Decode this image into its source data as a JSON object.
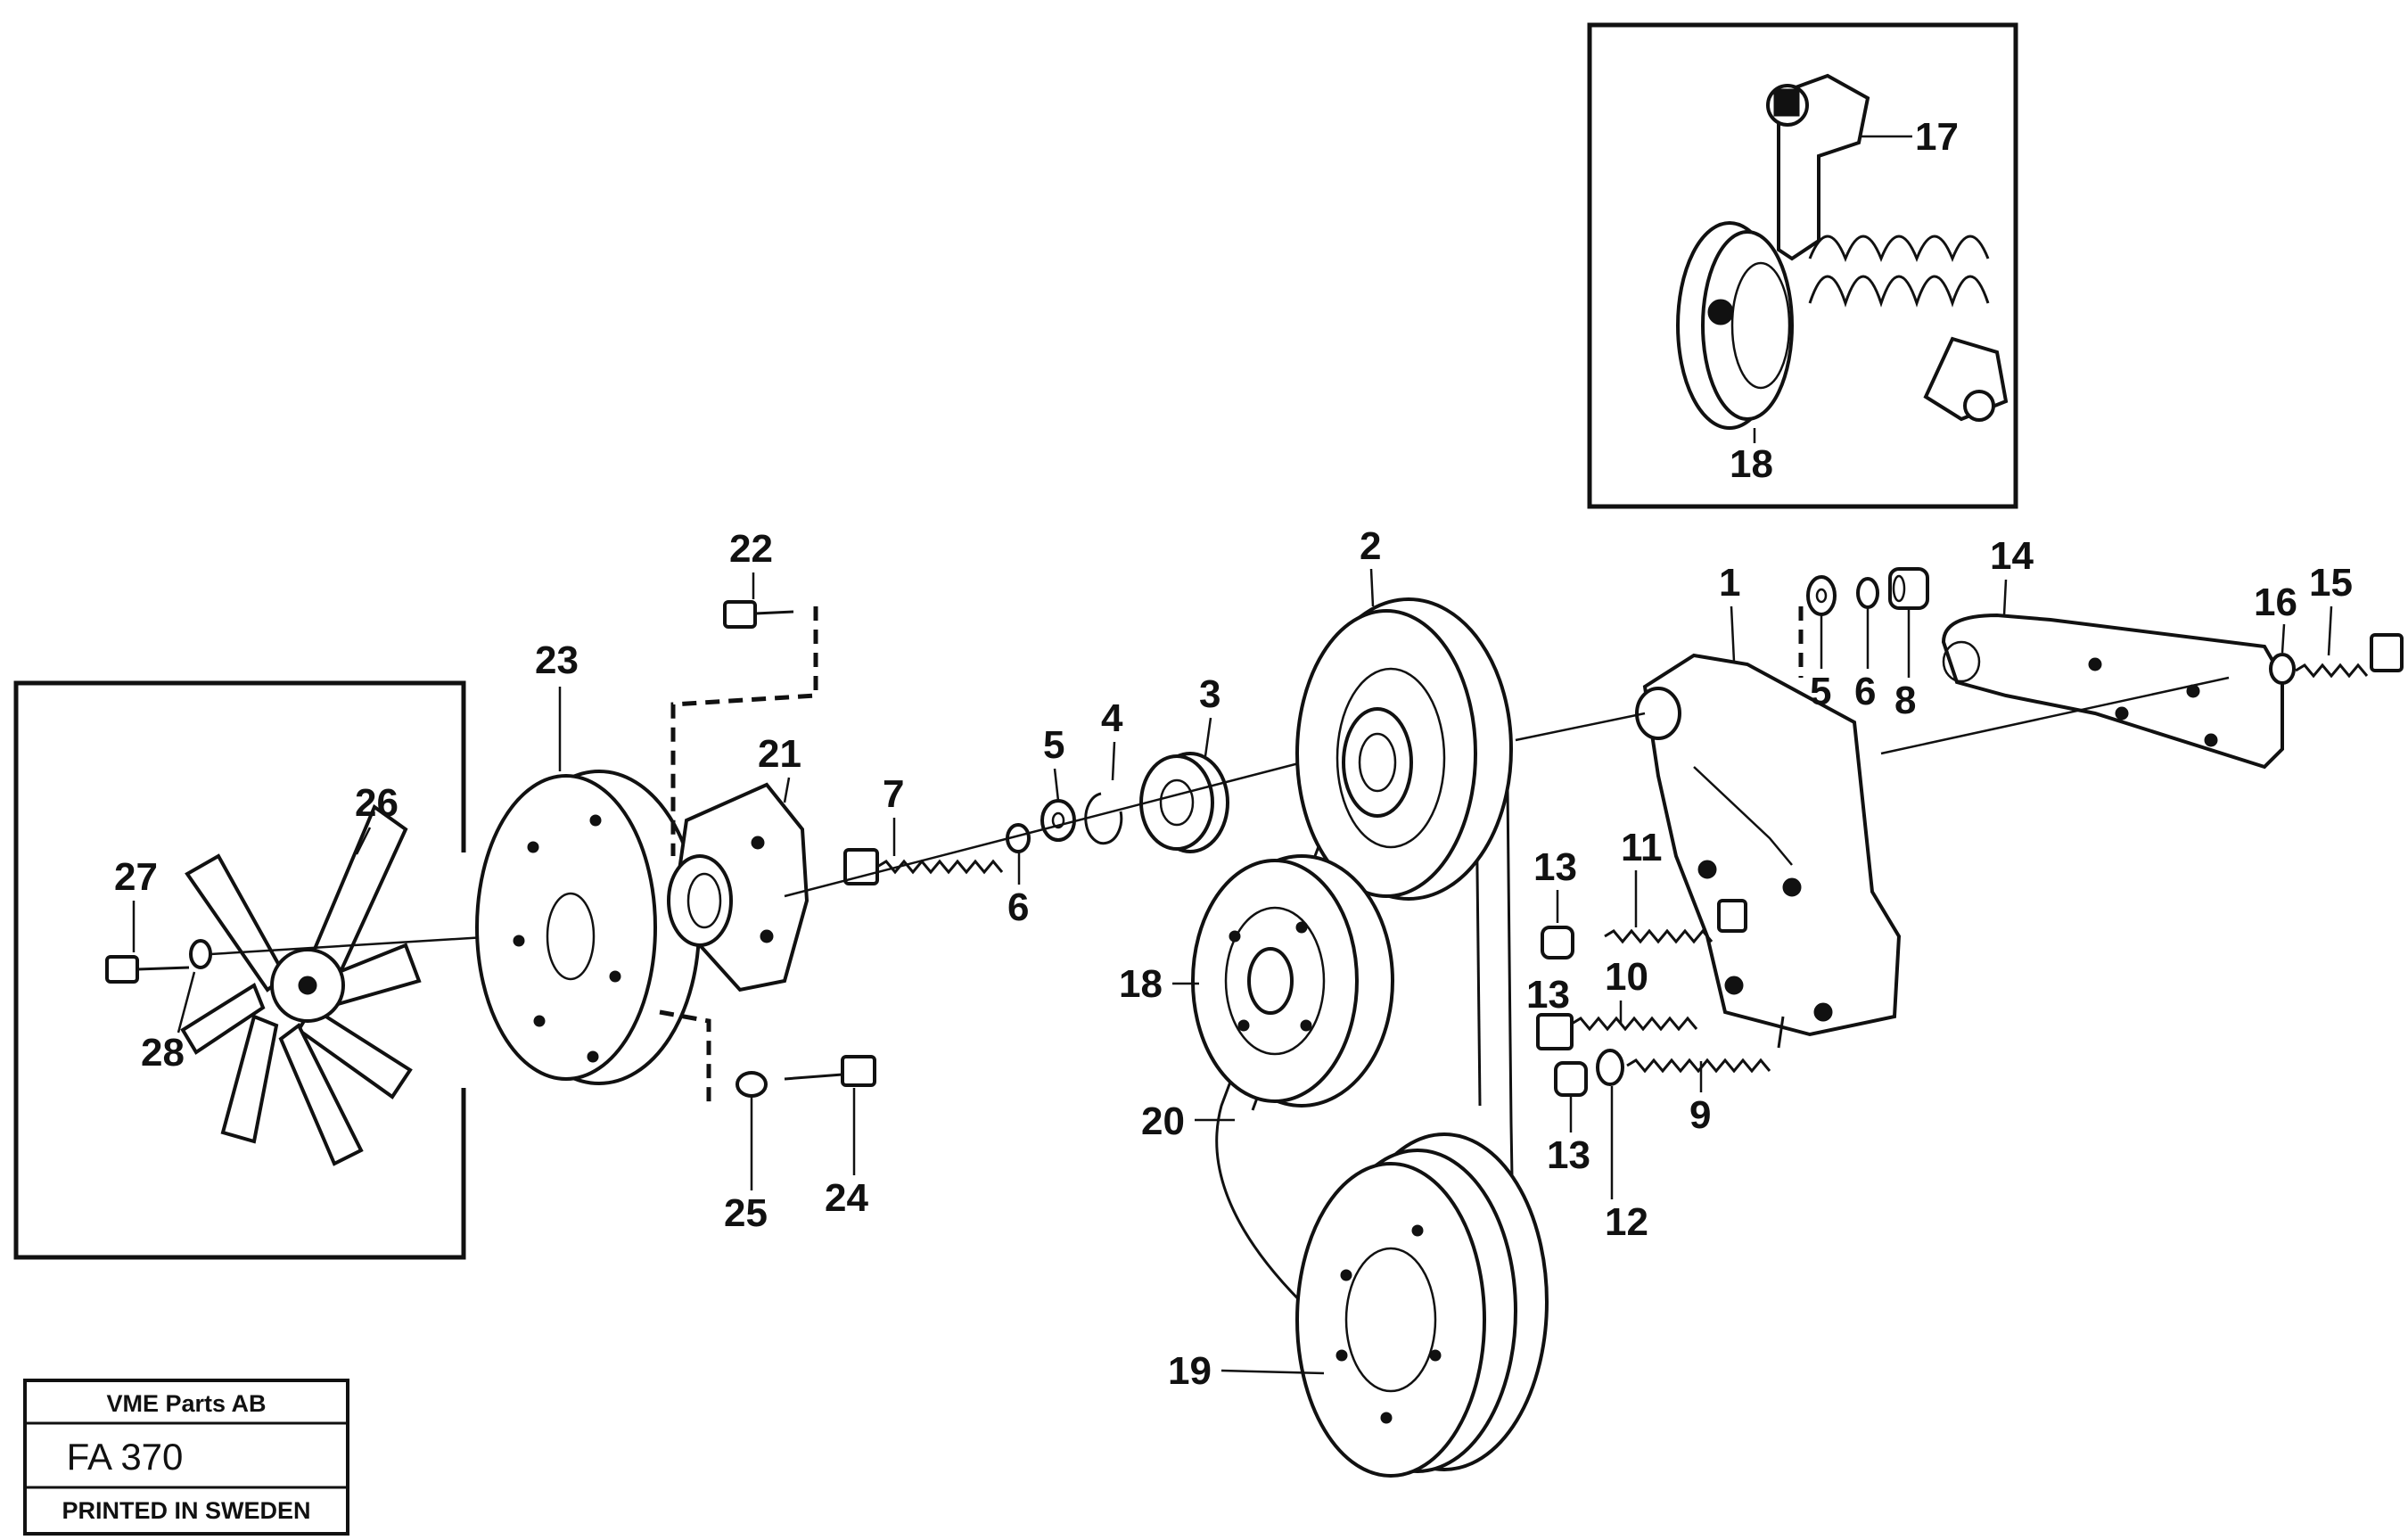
{
  "title_block": {
    "company": "VME Parts AB",
    "code": "FA 370",
    "printed": "PRINTED IN SWEDEN"
  },
  "callouts": {
    "c1": "1",
    "c2": "2",
    "c3": "3",
    "c4": "4",
    "c5a": "5",
    "c5b": "5",
    "c6a": "6",
    "c6b": "6",
    "c7": "7",
    "c8": "8",
    "c9": "9",
    "c10": "10",
    "c11": "11",
    "c12": "12",
    "c13a": "13",
    "c13b": "13",
    "c13c": "13",
    "c14": "14",
    "c15": "15",
    "c16": "16",
    "c17": "17",
    "c18a": "18",
    "c18b": "18",
    "c19": "19",
    "c20": "20",
    "c21": "21",
    "c22": "22",
    "c23": "23",
    "c24": "24",
    "c25": "25",
    "c26": "26",
    "c27": "27",
    "c28": "28"
  },
  "icons": {
    "fan": "fan-icon",
    "pulley": "pulley-icon",
    "bearing": "bearing-icon",
    "bracket": "bracket-icon",
    "tensioner": "tensioner-icon",
    "bolt": "bolt-icon",
    "nut": "nut-icon",
    "washer": "washer-icon",
    "belt": "belt-icon"
  }
}
